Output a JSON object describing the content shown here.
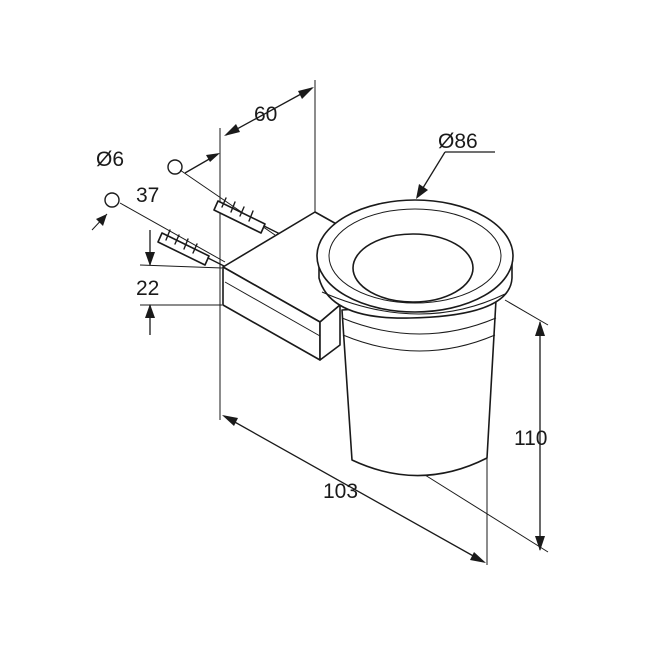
{
  "drawing": {
    "dimensions": {
      "depth": "60",
      "bore_diameter": "Ø6",
      "hole_spacing": "37",
      "bracket_height": "22",
      "cup_diameter": "Ø86",
      "height": "110",
      "projection": "103"
    }
  }
}
